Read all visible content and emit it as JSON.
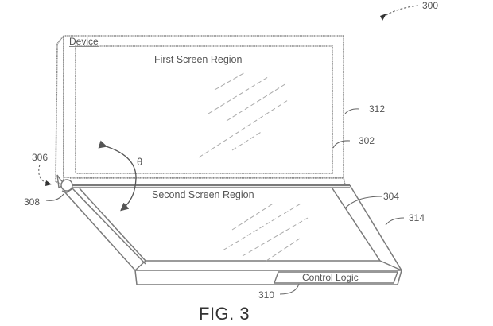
{
  "figure": {
    "caption": "FIG. 3",
    "device_label": "Device",
    "first_screen_label": "First Screen Region",
    "second_screen_label": "Second Screen Region",
    "control_logic_label": "Control Logic",
    "angle_symbol": "θ"
  },
  "reference_numerals": {
    "device_assembly": "300",
    "first_screen": "302",
    "second_screen": "304",
    "hinge_arrow": "306",
    "hinge": "308",
    "control_logic": "310",
    "first_housing": "312",
    "second_housing": "314"
  },
  "colors": {
    "line": "#777777",
    "dark_line": "#555555",
    "text": "#555555",
    "background": "#ffffff"
  }
}
